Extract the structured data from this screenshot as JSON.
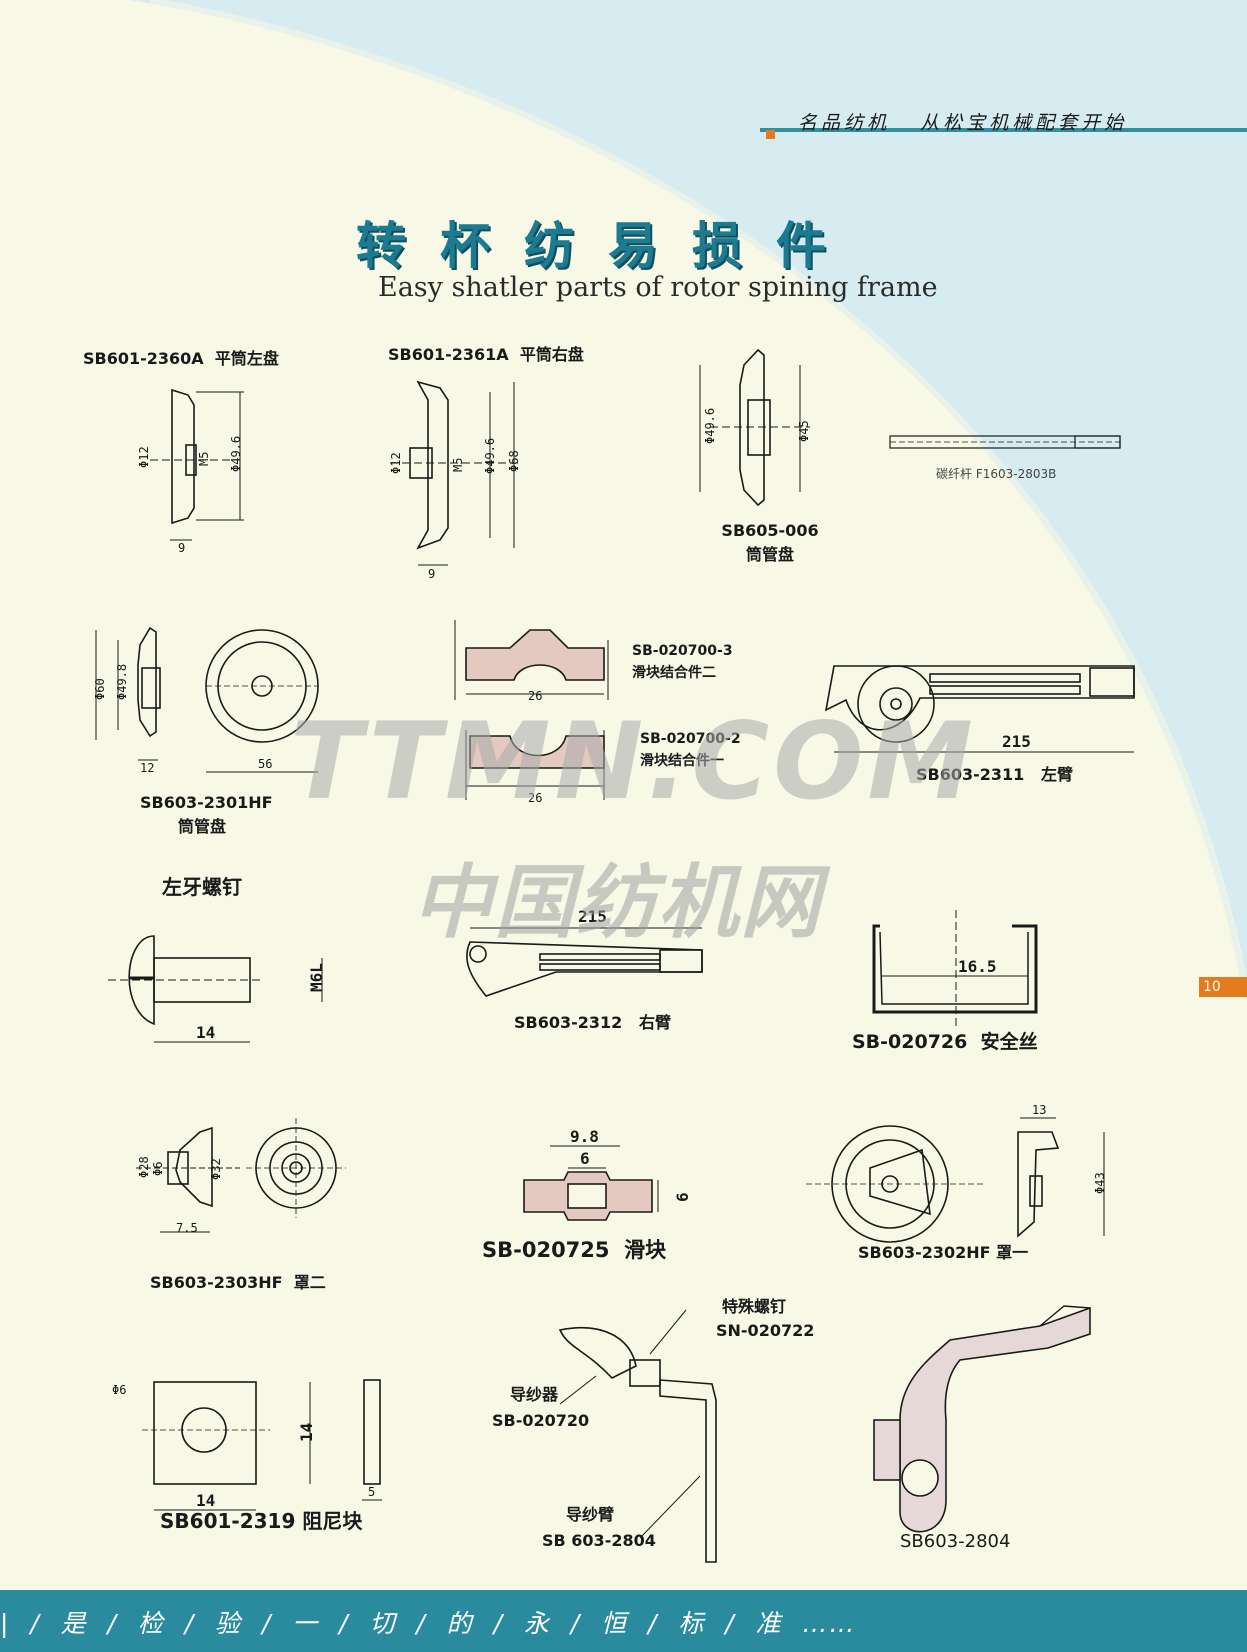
{
  "header": {
    "slogan": "名品纺机   从松宝机械配套开始",
    "title_cn": "转杯纺易损件",
    "title_en": "Easy shatler parts of rotor spining frame"
  },
  "parts": {
    "p1": "SB601-2360A  平筒左盘",
    "p2": "SB601-2361A  平筒右盘",
    "p3a": "SB605-006",
    "p3b": "筒管盘",
    "p4": "碳纤杆 F1603-2803B",
    "p5a": "SB603-2301HF",
    "p5b": "筒管盘",
    "p6a": "SB-020700-3",
    "p6b": "滑块结合件二",
    "p7a": "SB-020700-2",
    "p7b": "滑块结合件一",
    "p8": "SB603-2311   左臂",
    "p9": "左牙螺钉",
    "p10": "SB603-2312   右臂",
    "p11": "SB-020726  安全丝",
    "p12": "SB603-2303HF  罩二",
    "p13": "SB-020725  滑块",
    "p14": "SB603-2302HF 罩一",
    "p15": "SB601-2319 阻尼块",
    "p16a": "特殊螺钉",
    "p16b": "SN-020722",
    "p17a": "导纱器",
    "p17b": "SB-020720",
    "p18a": "导纱臂",
    "p18b": "SB 603-2804",
    "p19": "SB603-2804"
  },
  "dims": {
    "d_phi12": "Φ12",
    "d_m5": "M5",
    "d_phi496": "Φ49.6",
    "d_9": "9",
    "d_phi68": "Φ68",
    "d_phi45": "Φ45",
    "d_phi60": "Φ60",
    "d_phi498": "Φ49.8",
    "d_12": "12",
    "d_56": "56",
    "d_26": "26",
    "d_215": "215",
    "d_m6l": "M6L",
    "d_14": "14",
    "d_165": "16.5",
    "d_phi28": "Φ28",
    "d_phi6": "Φ6",
    "d_phi32": "Φ32",
    "d_75": "7.5",
    "d_98": "9.8",
    "d_6": "6",
    "d_13": "13",
    "d_phi43": "Φ43",
    "d_5": "5"
  },
  "watermark": {
    "line1": "TTMN.COM",
    "line2": "中国纺机网"
  },
  "page_number": "10",
  "footer": "|  /  是  /  检  /  验  /  一  /  切  /  的  /  永  /  恒  /  标  /  准  ……",
  "colors": {
    "accent": "#2a8a9e",
    "title": "#1c7a91",
    "orange": "#e37b1f",
    "background": "#f7f8e6",
    "light_blue": "#d6ecf1"
  }
}
